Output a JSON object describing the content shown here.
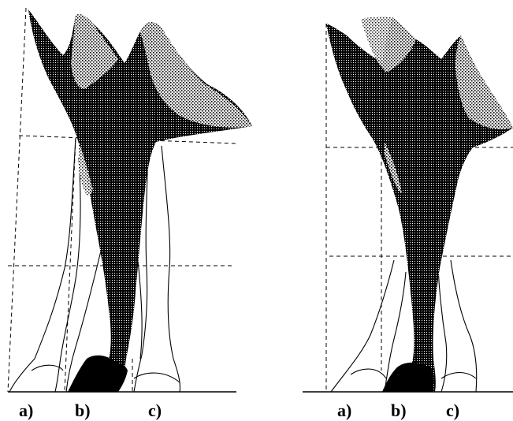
{
  "figure": {
    "panels": [
      {
        "labels": [
          "a)",
          "b)",
          "c)"
        ]
      },
      {
        "labels": [
          "a)",
          "b)",
          "c)"
        ]
      }
    ],
    "colors": {
      "ink": "#000000",
      "background": "#ffffff"
    }
  }
}
